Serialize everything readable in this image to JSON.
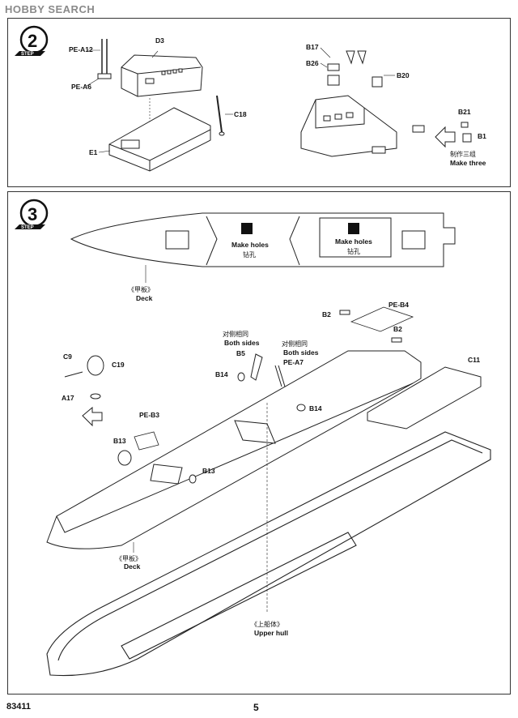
{
  "watermark": "HOBBY SEARCH",
  "step2": {
    "step_word": "STEP",
    "step_number": "2",
    "parts": {
      "pe_a12": "PE-A12",
      "d3": "D3",
      "pe_a6": "PE-A6",
      "c18": "C18",
      "e1": "E1",
      "b17": "B17",
      "b26": "B26",
      "b20": "B20",
      "b21": "B21",
      "b1": "B1"
    },
    "make_three_zh": "制作三组",
    "make_three_en": "Make three"
  },
  "step3": {
    "step_word": "STEP",
    "step_number": "3",
    "deck_top_zh": "《甲板》",
    "deck_top_en": "Deck",
    "make_holes_en": "Make holes",
    "make_holes_zh": "钻孔",
    "parts": {
      "b2_top": "B2",
      "pe_b4": "PE-B4",
      "b2_mid": "B2",
      "c11": "C11",
      "c9": "C9",
      "c19": "C19",
      "a17": "A17",
      "b5": "B5",
      "pe_a7": "PE-A7",
      "b14_left": "B14",
      "b14_right": "B14",
      "pe_b3": "PE-B3",
      "b13_left": "B13",
      "b13_right": "B13"
    },
    "both_sides_zh": "对侧相同",
    "both_sides_en": "Both sides",
    "deck_bottom_zh": "《甲板》",
    "deck_bottom_en": "Deck",
    "upper_hull_zh": "《上船体》",
    "upper_hull_en": "Upper hull"
  },
  "footer": {
    "product_code": "83411",
    "page_number": "5"
  }
}
